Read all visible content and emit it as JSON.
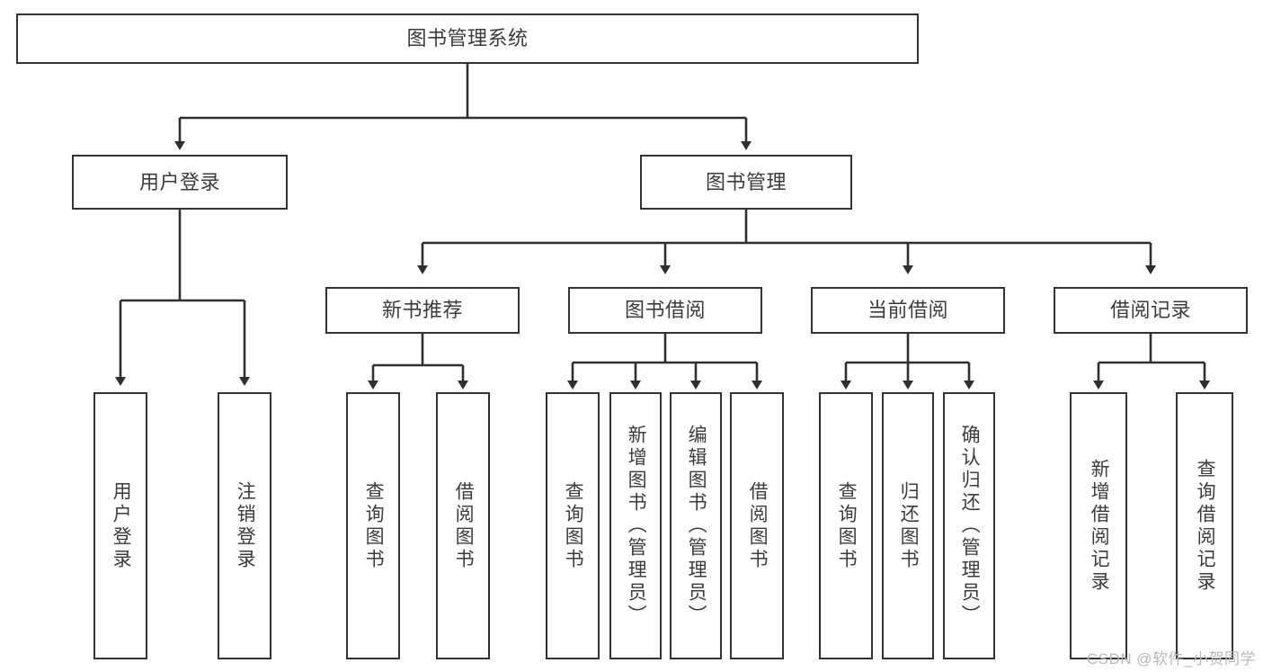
{
  "diagram": {
    "type": "hierarchy-tree",
    "title": "图书管理系统",
    "levels": 4,
    "root": {
      "label": "图书管理系统"
    },
    "level2": [
      {
        "label": "用户登录"
      },
      {
        "label": "图书管理"
      }
    ],
    "level3": [
      {
        "label": "新书推荐"
      },
      {
        "label": "图书借阅"
      },
      {
        "label": "当前借阅"
      },
      {
        "label": "借阅记录"
      }
    ],
    "leaves": [
      {
        "label": "用户登录"
      },
      {
        "label": "注销登录"
      },
      {
        "label": "查询图书"
      },
      {
        "label": "借阅图书"
      },
      {
        "label": "查询图书"
      },
      {
        "label": "新增图书（管理员）"
      },
      {
        "label": "编辑图书（管理员）"
      },
      {
        "label": "借阅图书"
      },
      {
        "label": "查询图书"
      },
      {
        "label": "归还图书"
      },
      {
        "label": "确认归还（管理员）"
      },
      {
        "label": "新增借阅记录"
      },
      {
        "label": "查询借阅记录"
      }
    ]
  },
  "watermark": {
    "text": "CSDN @软件_小贺同学"
  },
  "colors": {
    "border": "#333333",
    "text": "#3b3b3b",
    "background": "#ffffff",
    "watermark": "#b9b9b9"
  }
}
